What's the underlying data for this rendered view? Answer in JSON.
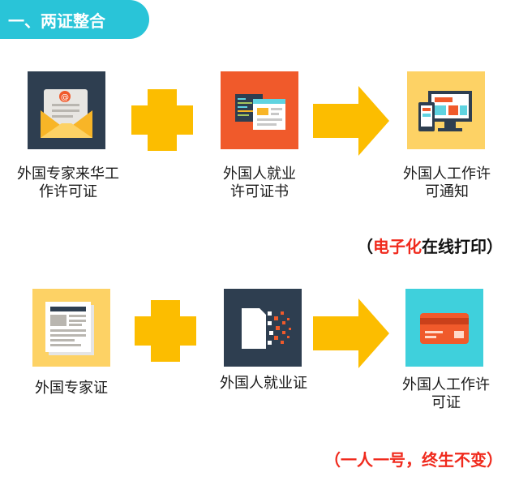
{
  "section": {
    "title": "一、两证整合"
  },
  "row1": {
    "items": [
      {
        "label_line1": "外国专家来华工",
        "label_line2": "作许可证",
        "icon": "envelope-mail-icon"
      },
      {
        "label_line1": "外国人就业",
        "label_line2": "许可证书",
        "icon": "document-windows-icon"
      },
      {
        "label_line1": "外国人工作许",
        "label_line2": "可通知",
        "icon": "devices-screens-icon"
      }
    ],
    "note": {
      "open": "（",
      "highlight": "电子化",
      "rest": "在线打印",
      "close": "）"
    }
  },
  "row2": {
    "items": [
      {
        "label_line1": "外国专家证",
        "icon": "newspaper-icon"
      },
      {
        "label_line1": "外国人就业证",
        "icon": "pixel-document-icon"
      },
      {
        "label_line1": "外国人工作许",
        "label_line2": "可证",
        "icon": "card-icon"
      }
    ],
    "note": {
      "text": "（一人一号，终生不变）"
    }
  },
  "colors": {
    "accent": "#29c4d8",
    "plus_arrow": "#fcbd00",
    "dark_tile": "#2e3e50",
    "orange_tile": "#f05a2b",
    "yellow_tile": "#fdd265",
    "cyan_tile": "#3fd0dc",
    "highlight_red": "#f02a1d"
  }
}
